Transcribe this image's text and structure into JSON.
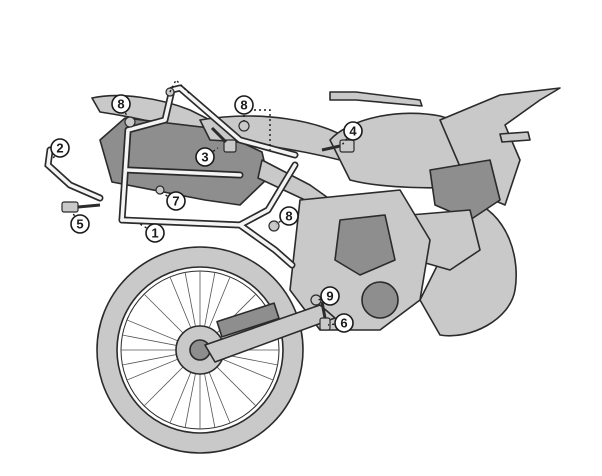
{
  "colors": {
    "background": "#ffffff",
    "bike_fill": "#c9c9c9",
    "bike_dark": "#8e8e8e",
    "outline": "#2b2b2b",
    "rack_fill": "#f4f4f4",
    "callout_fill": "#ffffff",
    "leader": "#1a1a1a"
  },
  "diagram": {
    "subject": "motorcycle-side-rack-assembly",
    "callouts": [
      {
        "id": "c1",
        "label": "1",
        "part": "side-rack-frame"
      },
      {
        "id": "c2",
        "label": "2",
        "part": "rear-support-bar"
      },
      {
        "id": "c3",
        "label": "3",
        "part": "upper-mount-bolt"
      },
      {
        "id": "c4",
        "label": "4",
        "part": "front-mount-bolt"
      },
      {
        "id": "c5",
        "label": "5",
        "part": "lower-bolt"
      },
      {
        "id": "c6",
        "label": "6",
        "part": "footpeg-bolt"
      },
      {
        "id": "c7",
        "label": "7",
        "part": "nut"
      },
      {
        "id": "c8a",
        "label": "8",
        "part": "washer"
      },
      {
        "id": "c8b",
        "label": "8",
        "part": "washer"
      },
      {
        "id": "c8c",
        "label": "8",
        "part": "washer"
      },
      {
        "id": "c9",
        "label": "9",
        "part": "spacer"
      }
    ]
  }
}
